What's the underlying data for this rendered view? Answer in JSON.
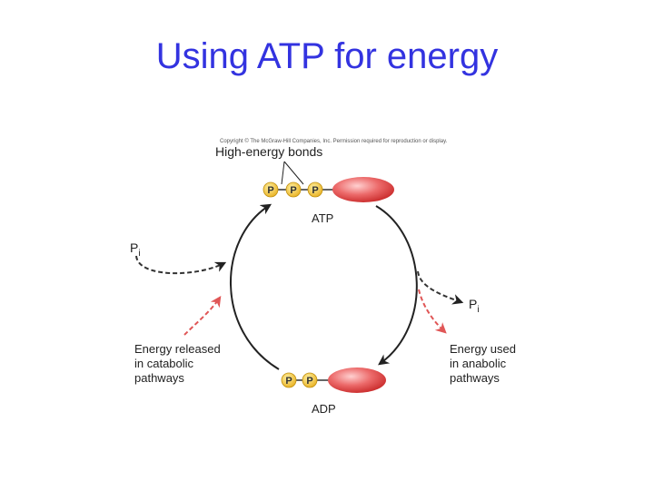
{
  "slide": {
    "title": "Using ATP for energy"
  },
  "diagram": {
    "copyright": "Copyright © The McGraw-Hill Companies, Inc. Permission required for reproduction or display.",
    "high_energy_bonds": "High-energy bonds",
    "atp_label": "ATP",
    "adp_label": "ADP",
    "phosphate": "P",
    "pi_main": "P",
    "pi_sub": "i",
    "energy_released": [
      "Energy released",
      "in catabolic",
      "pathways"
    ],
    "energy_used": [
      "Energy used",
      "in anabolic",
      "pathways"
    ]
  },
  "colors": {
    "title": "#3333e0",
    "phosphate": "#f2c230",
    "adenosine": "#e34a4a",
    "arrow_dark": "#222222",
    "arrow_red": "#e05656"
  }
}
